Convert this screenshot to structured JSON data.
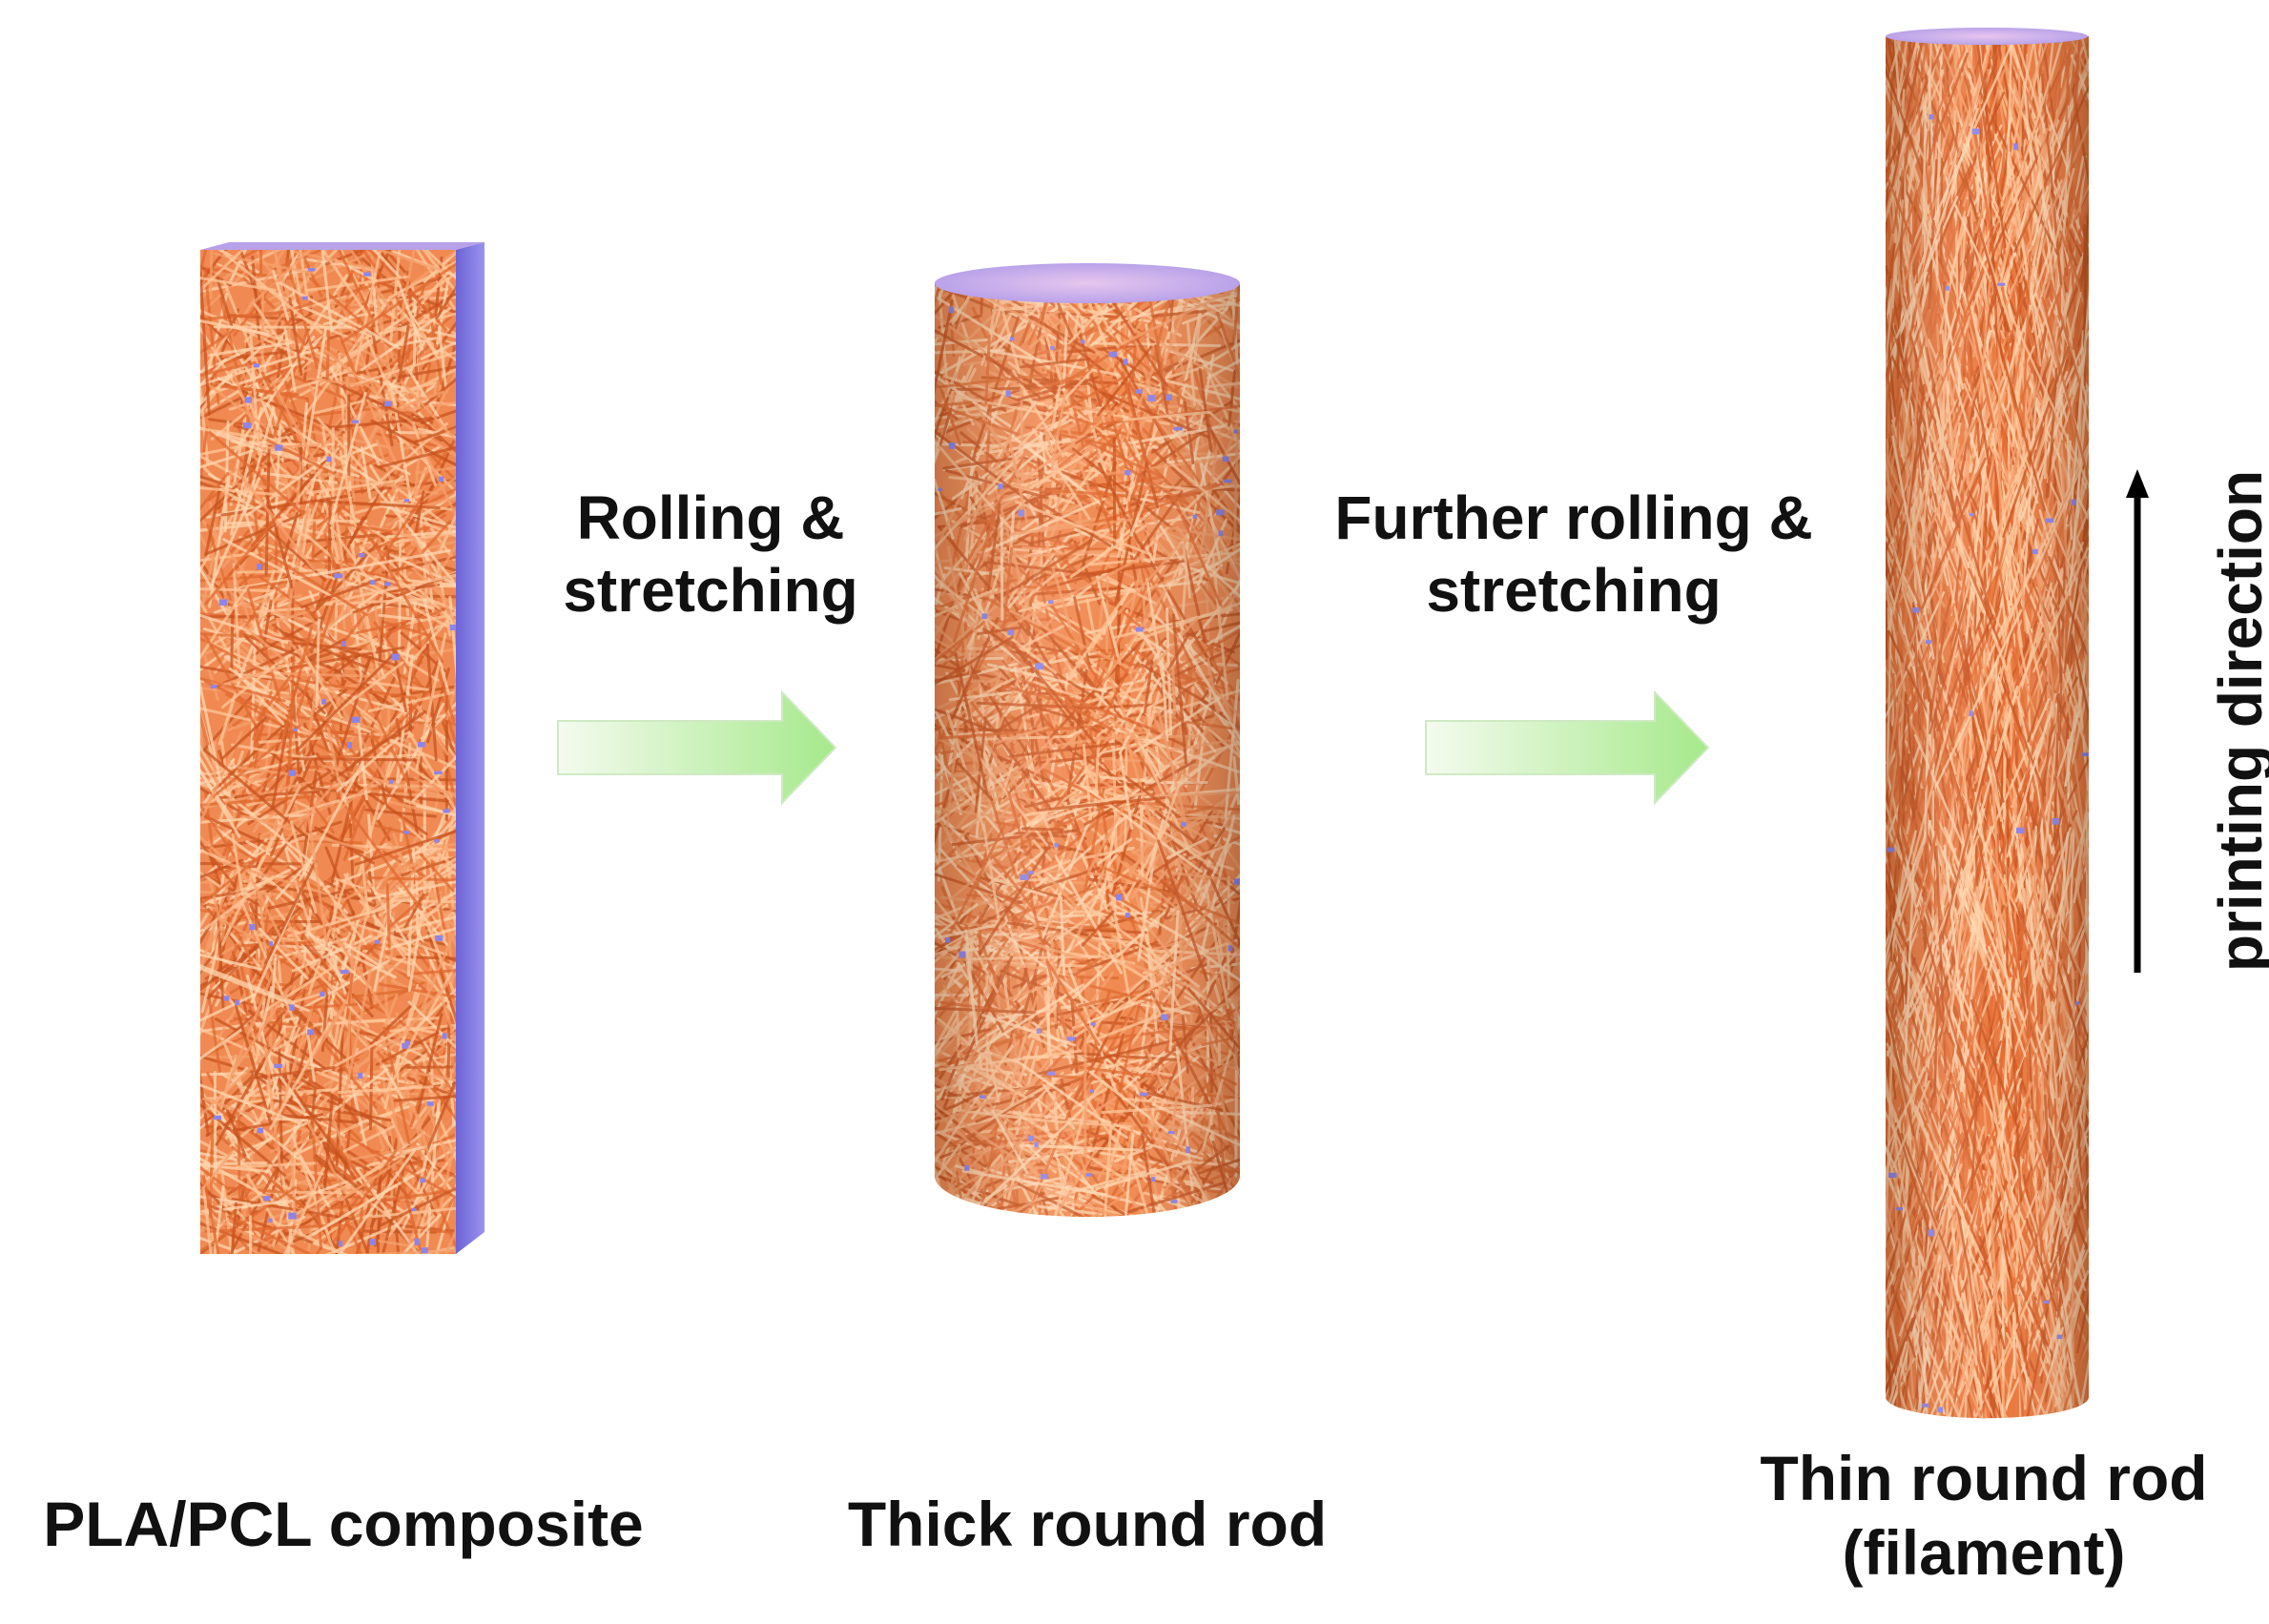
{
  "steps": [
    {
      "line1": "Rolling &",
      "line2": "stretching"
    },
    {
      "line1": "Further rolling &",
      "line2": "stretching"
    }
  ],
  "objects": [
    {
      "label": "PLA/PCL composite"
    },
    {
      "label": "Thick round rod"
    },
    {
      "label_line1": "Thin round rod",
      "label_line2": "(filament)"
    }
  ],
  "direction": {
    "label": "printing direction"
  },
  "colors": {
    "fiber_base": "#f08a52",
    "fiber_light": "#ffc79a",
    "fiber_dark": "#c8531f",
    "matrix": "#8e84e8",
    "arrow_light": "#f4fbef",
    "arrow_dark": "#a8ea8e",
    "text": "#111111"
  }
}
